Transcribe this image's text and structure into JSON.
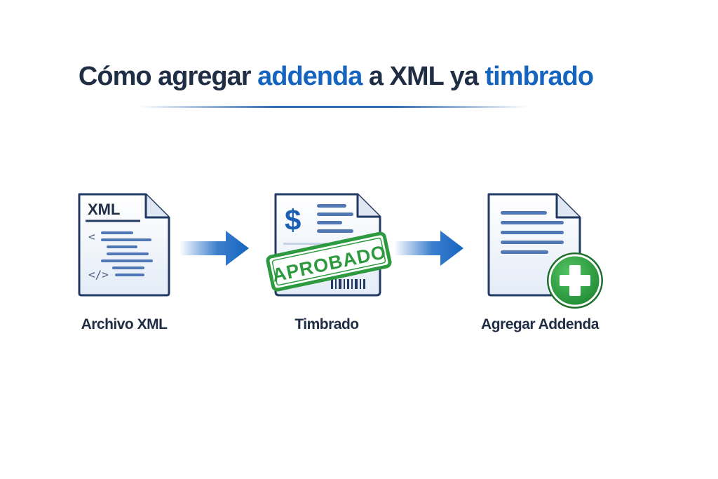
{
  "title": {
    "part1": "Cómo agregar ",
    "highlight1": "addenda",
    "part2": " a XML ya ",
    "highlight2": "timbrado"
  },
  "steps": [
    {
      "label": "Archivo XML",
      "icon": "xml-file-icon",
      "badge": "XML"
    },
    {
      "label": "Timbrado",
      "icon": "stamped-invoice-icon",
      "currency": "$",
      "stamp": "APROBADO"
    },
    {
      "label": "Agregar Addenda",
      "icon": "document-add-icon"
    }
  ],
  "colors": {
    "title": "#1f2d45",
    "accent": "#1565c0",
    "stamp": "#2e9a3f",
    "plus": "#2ea043"
  }
}
